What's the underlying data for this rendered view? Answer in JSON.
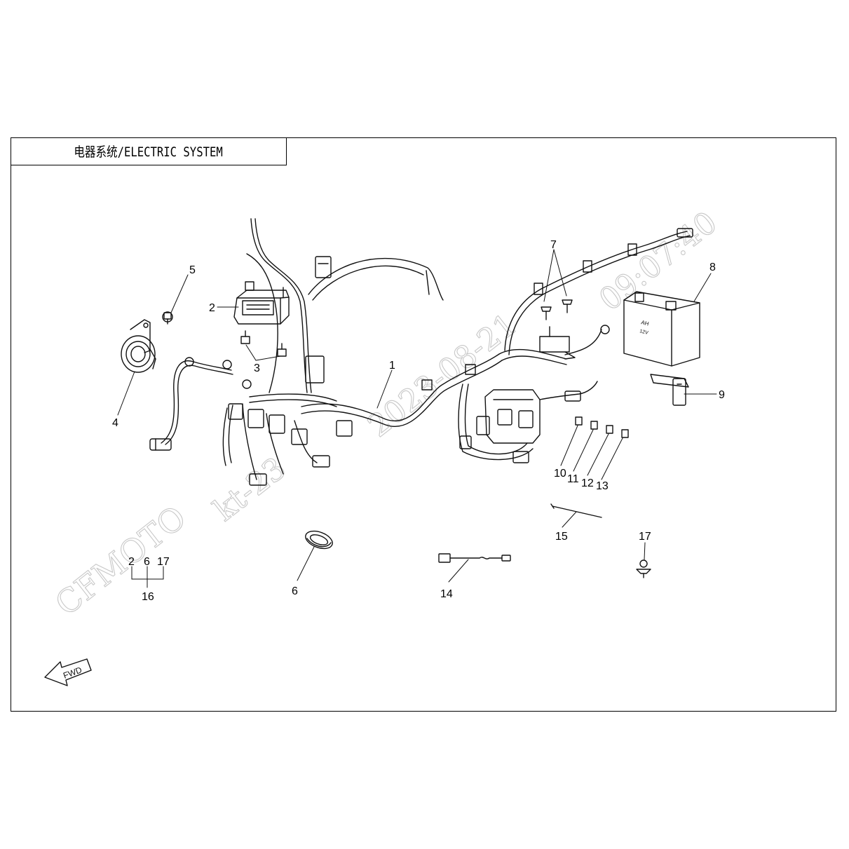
{
  "title": "电器系统/ELECTRIC SYSTEM",
  "fwd_label": "FWD",
  "watermark": {
    "brand": "CFMOTO",
    "user": "kt-23",
    "date": "2023-08-21",
    "time": "09:07:40"
  },
  "battery_marks": {
    "ah": "AH",
    "cap": "12V"
  },
  "callouts": [
    "1",
    "2",
    "3",
    "4",
    "5",
    "6",
    "7",
    "8",
    "9",
    "10",
    "11",
    "12",
    "13",
    "14",
    "15",
    "17"
  ],
  "kit_group": {
    "items": [
      "2",
      "6",
      "17"
    ],
    "kit": "16"
  }
}
